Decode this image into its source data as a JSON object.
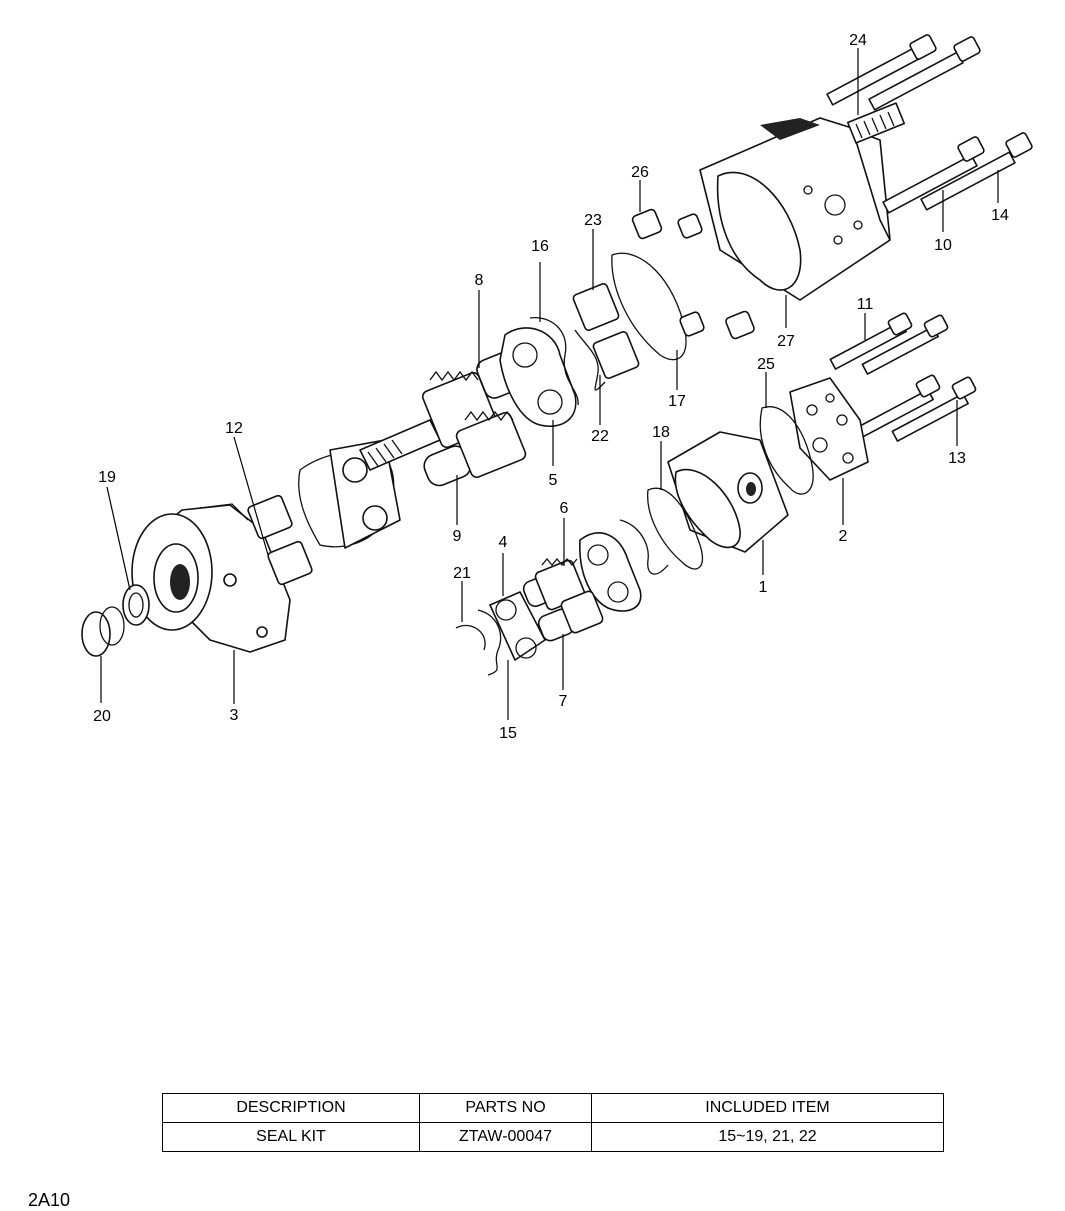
{
  "diagram": {
    "callouts": [
      "1",
      "2",
      "3",
      "4",
      "5",
      "6",
      "7",
      "8",
      "9",
      "10",
      "11",
      "12",
      "13",
      "14",
      "15",
      "16",
      "17",
      "18",
      "19",
      "20",
      "21",
      "22",
      "23",
      "24",
      "25",
      "26",
      "27"
    ]
  },
  "seal_table": {
    "headers": [
      "DESCRIPTION",
      "PARTS NO",
      "INCLUDED ITEM"
    ],
    "rows": [
      [
        "SEAL KIT",
        "ZTAW-00047",
        "15~19, 21, 22"
      ]
    ]
  },
  "page_code": "2A10"
}
